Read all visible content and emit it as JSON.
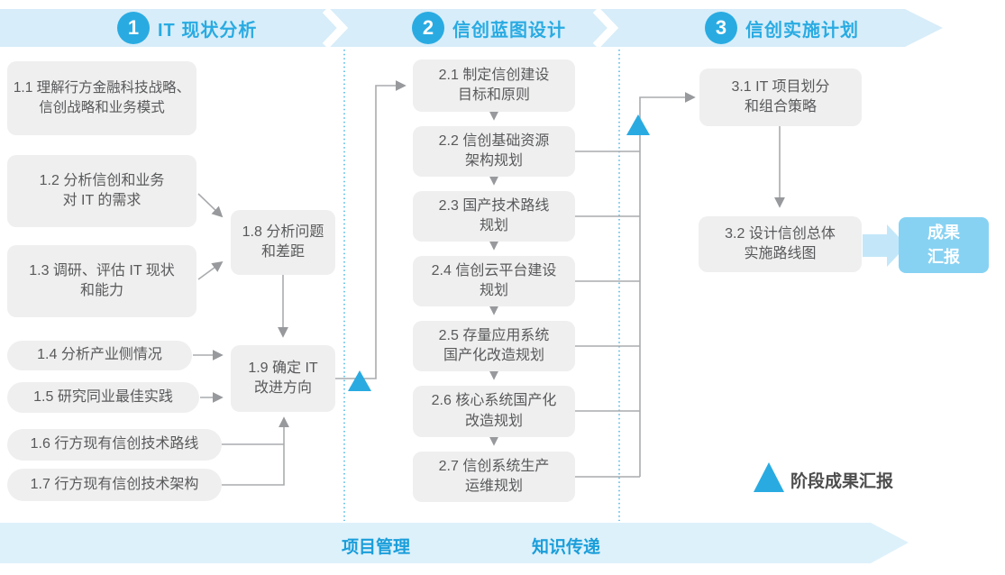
{
  "colors": {
    "accent_blue": "#29ABE2",
    "banner_fill": "#D7EDF9",
    "box_fill": "#EFEFEF",
    "box_text": "#58595B",
    "connector_gray": "#A9ABAE",
    "outcome_fill": "#87D2F3",
    "footer_text": "#1A9EDA"
  },
  "phases": [
    {
      "number": "1",
      "title": "IT 现状分析"
    },
    {
      "number": "2",
      "title": "信创蓝图设计"
    },
    {
      "number": "3",
      "title": "信创实施计划"
    }
  ],
  "boxes": {
    "b1_1": "1.1 理解行方金融科技战略、\n信创战略和业务模式",
    "b1_2": "1.2 分析信创和业务\n对 IT 的需求",
    "b1_3": "1.3 调研、评估 IT 现状\n和能力",
    "b1_4": "1.4 分析产业侧情况",
    "b1_5": "1.5 研究同业最佳实践",
    "b1_6": "1.6 行方现有信创技术路线",
    "b1_7": "1.7 行方现有信创技术架构",
    "b1_8": "1.8 分析问题\n和差距",
    "b1_9": "1.9 确定 IT\n改进方向",
    "b2_1": "2.1 制定信创建设\n目标和原则",
    "b2_2": "2.2 信创基础资源\n架构规划",
    "b2_3": "2.3 国产技术路线\n规划",
    "b2_4": "2.4 信创云平台建设\n规划",
    "b2_5": "2.5 存量应用系统\n国产化改造规划",
    "b2_6": "2.6 核心系统国产化\n改造规划",
    "b2_7": "2.7 信创系统生产\n运维规划",
    "b3_1": "3.1 IT 项目划分\n和组合策略",
    "b3_2": "3.2 设计信创总体\n实施路线图"
  },
  "outcome_label": "成果\n汇报",
  "legend": {
    "milestone_label": "阶段成果汇报"
  },
  "footer": {
    "left_label": "项目管理",
    "right_label": "知识传递"
  }
}
